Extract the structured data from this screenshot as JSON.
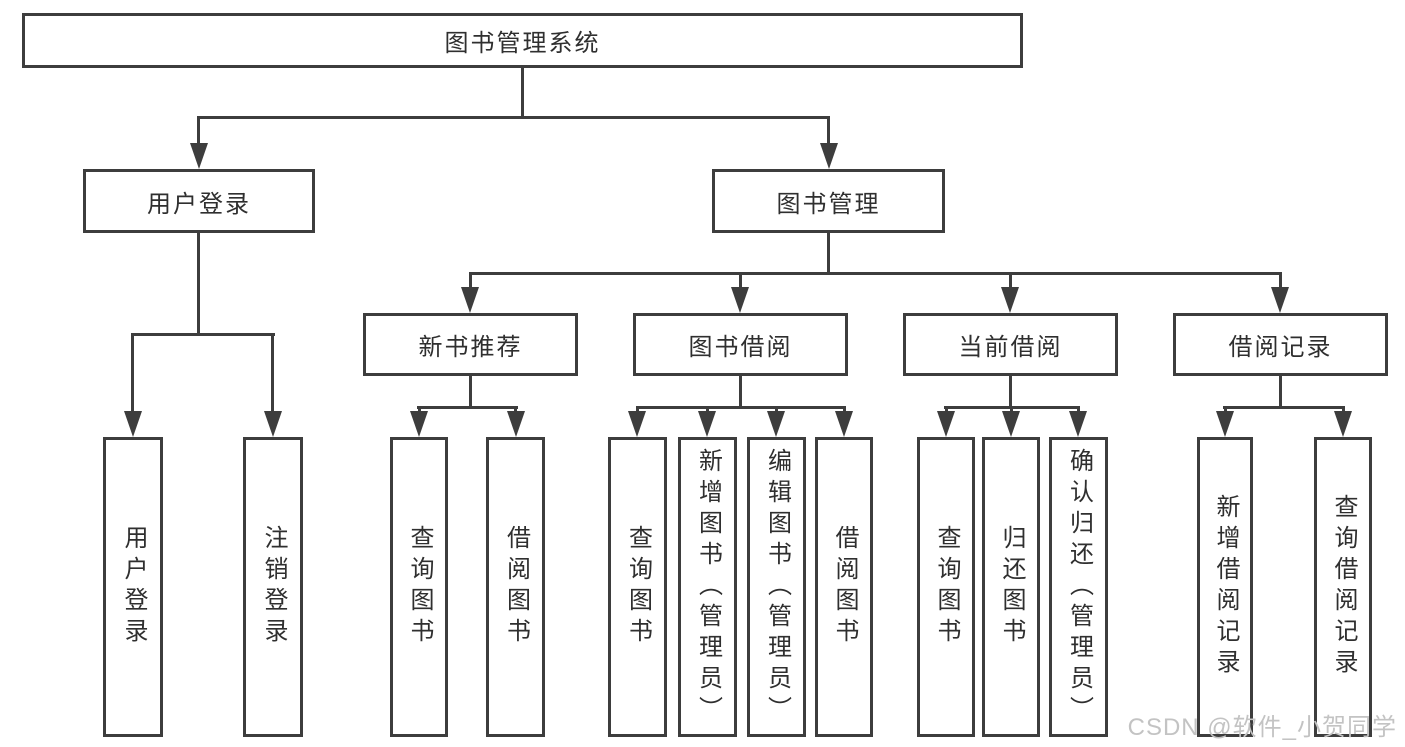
{
  "colors": {
    "line": "#3d3d3d",
    "text": "#2f2f2f",
    "watermark": "#c3c3c3",
    "background": "#ffffff"
  },
  "watermark": "CSDN @软件_小贺同学",
  "tree": {
    "root": "图书管理系统",
    "branches": [
      {
        "label": "用户登录",
        "children": [
          "用户登录",
          "注销登录"
        ]
      },
      {
        "label": "图书管理",
        "sections": [
          {
            "label": "新书推荐",
            "children": [
              "查询图书",
              "借阅图书"
            ]
          },
          {
            "label": "图书借阅",
            "children": [
              "查询图书",
              "新增图书（管理员）",
              "编辑图书（管理员）",
              "借阅图书"
            ]
          },
          {
            "label": "当前借阅",
            "children": [
              "查询图书",
              "归还图书",
              "确认归还（管理员）"
            ]
          },
          {
            "label": "借阅记录",
            "children": [
              "新增借阅记录",
              "查询借阅记录"
            ]
          }
        ]
      }
    ]
  }
}
